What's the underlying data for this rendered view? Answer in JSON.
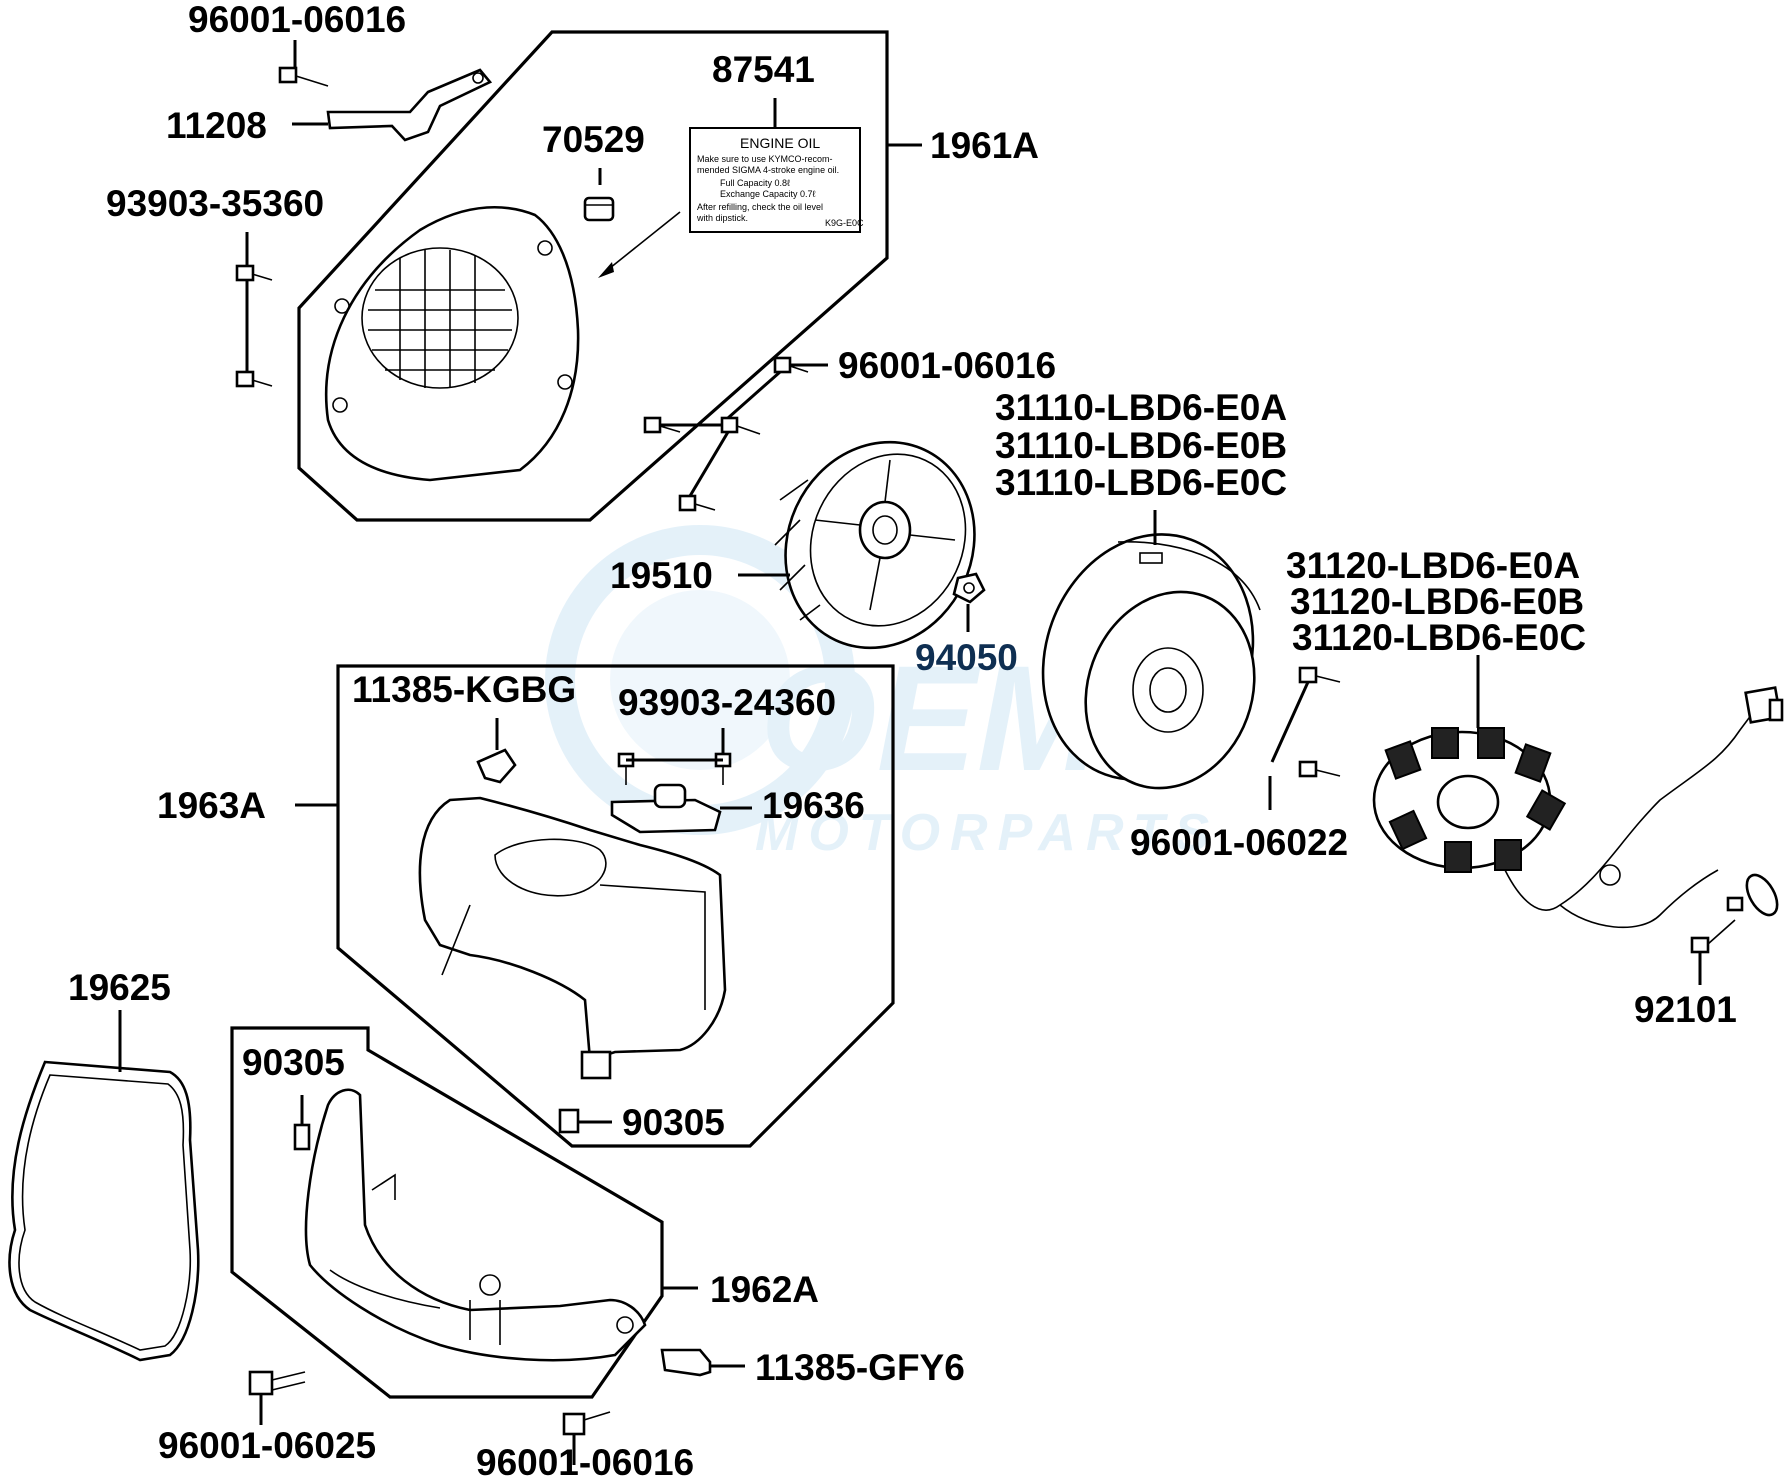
{
  "watermark": {
    "brand": "OEM",
    "sub": "MOTORPARTS",
    "color": "#bcdcf0"
  },
  "label_sticker": {
    "title": "ENGINE OIL",
    "lines": [
      "Make sure to use KYMCO-recom-",
      "mended SIGMA 4-stroke engine oil.",
      "Full Capacity           0.8ℓ",
      "Exchange Capacity   0.7ℓ",
      "After refilling, check the oil level",
      "with dipstick."
    ],
    "code": "K9G-E0C"
  },
  "parts": {
    "p96001_06016_top": "96001-06016",
    "p11208": "11208",
    "p87541": "87541",
    "p70529": "70529",
    "p1961A": "1961A",
    "p93903_35360": "93903-35360",
    "p96001_06016_fan": "96001-06016",
    "p31110_e0a": "31110-LBD6-E0A",
    "p31110_e0b": "31110-LBD6-E0B",
    "p31110_e0c": "31110-LBD6-E0C",
    "p19510": "19510",
    "p94050": "94050",
    "p31120_e0a": "31120-LBD6-E0A",
    "p31120_e0b": "31120-LBD6-E0B",
    "p31120_e0c": "31120-LBD6-E0C",
    "p11385_kgbg": "11385-KGBG",
    "p93903_24360": "93903-24360",
    "p1963A": "1963A",
    "p19636": "19636",
    "p96001_06022": "96001-06022",
    "p92101": "92101",
    "p19625": "19625",
    "p90305_left": "90305",
    "p90305_right": "90305",
    "p1962A": "1962A",
    "p11385_gfy6": "11385-GFY6",
    "p96001_06025": "96001-06025",
    "p96001_06016_bottom": "96001-06016"
  }
}
